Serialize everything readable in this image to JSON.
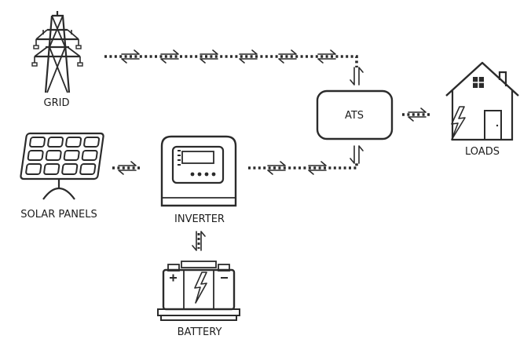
{
  "nodes": {
    "grid": {
      "label": "GRID",
      "icon": "transmission-tower-icon"
    },
    "solar": {
      "label": "SOLAR PANELS",
      "icon": "solar-panel-icon"
    },
    "inverter": {
      "label": "INVERTER",
      "icon": "inverter-icon"
    },
    "battery": {
      "label": "BATTERY",
      "icon": "battery-icon"
    },
    "ats": {
      "label": "ATS"
    },
    "loads": {
      "label": "LOADS",
      "icon": "house-icon"
    }
  },
  "colors": {
    "stroke": "#2b2b2b",
    "background": "#ffffff"
  }
}
